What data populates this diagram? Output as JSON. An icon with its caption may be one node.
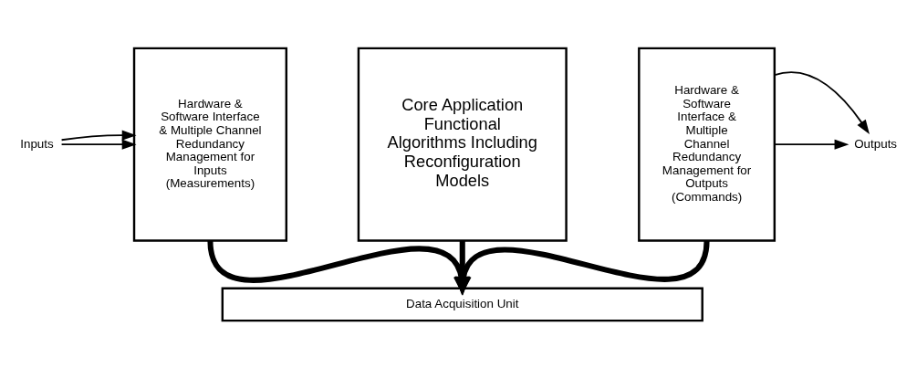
{
  "diagram": {
    "nodes": [
      {
        "text": [
          "Hardware & Software Interface & Multiple Channel Redundancy Management for Inputs (Measurements)"
        ]
      },
      {
        "text": [
          "Core Application Functional Algorithms Including Reconfiguration Models"
        ]
      },
      {
        "text": [
          "Hardware & Software Interface & Multiple Channel Redundancy Management for Outputs (Commands)"
        ]
      },
      {
        "text": [
          "Data Acquisition Unit"
        ]
      },
      {
        "text": [
          "Inputs"
        ]
      },
      {
        "text": [
          "Outputs"
        ]
      }
    ],
    "edges": [
      {
        "from": 4,
        "to": 0,
        "arrow": "to"
      },
      {
        "from": 4,
        "to": 0,
        "arrow": "to"
      },
      {
        "from": 2,
        "to": 5,
        "arrow": "to"
      },
      {
        "from": 2,
        "to": 5,
        "arrow": "to"
      },
      {
        "from": 0,
        "to": 3,
        "arrow": "to",
        "style": "thick"
      },
      {
        "from": 1,
        "to": 3,
        "arrow": "to",
        "style": "thick"
      },
      {
        "from": 2,
        "to": 3,
        "arrow": "to",
        "style": "thick"
      }
    ]
  }
}
